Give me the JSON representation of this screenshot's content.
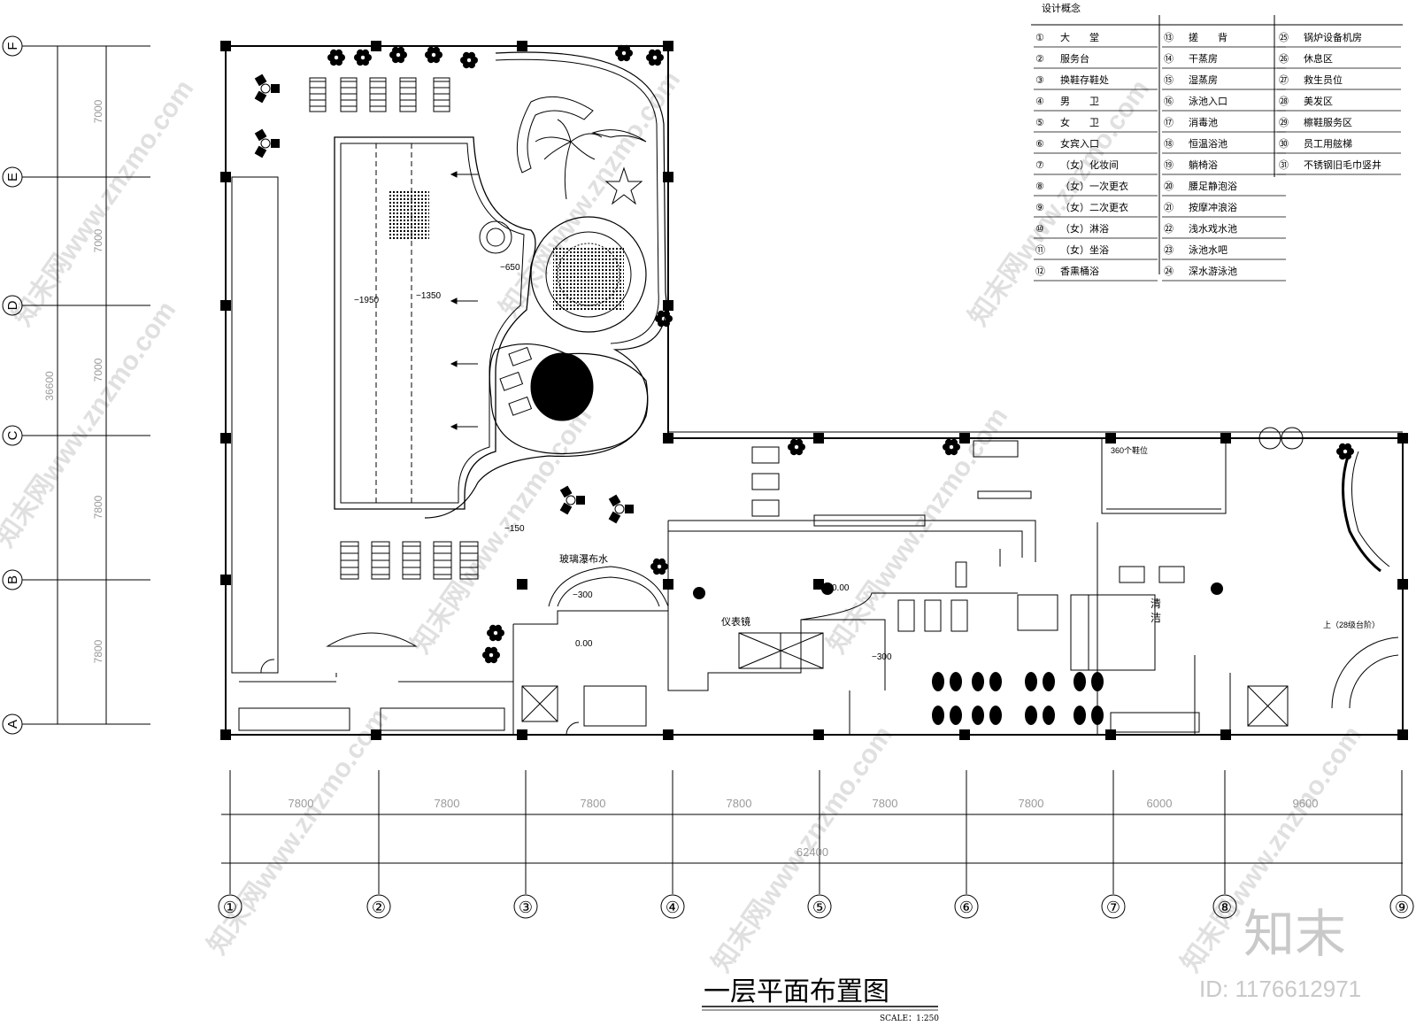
{
  "drawing": {
    "title": "一层平面布置图",
    "scale": "SCALE：1:250",
    "watermark_text": "知末网www.znzmo.com",
    "brand": "知末",
    "id_label": "ID: 1176612971"
  },
  "legend": {
    "heading": "设计概念",
    "columns": [
      [
        {
          "num": "①",
          "label": "大　　堂"
        },
        {
          "num": "②",
          "label": "服务台"
        },
        {
          "num": "③",
          "label": "换鞋存鞋处"
        },
        {
          "num": "④",
          "label": "男　　卫"
        },
        {
          "num": "⑤",
          "label": "女　　卫"
        },
        {
          "num": "⑥",
          "label": "女宾入口"
        },
        {
          "num": "⑦",
          "label": "（女）化妆间"
        },
        {
          "num": "⑧",
          "label": "（女）一次更衣"
        },
        {
          "num": "⑨",
          "label": "（女）二次更衣"
        },
        {
          "num": "⑩",
          "label": "（女）淋浴"
        },
        {
          "num": "⑪",
          "label": "（女）坐浴"
        },
        {
          "num": "⑫",
          "label": "香熏桶浴"
        }
      ],
      [
        {
          "num": "⑬",
          "label": "搓　　背"
        },
        {
          "num": "⑭",
          "label": "干蒸房"
        },
        {
          "num": "⑮",
          "label": "湿蒸房"
        },
        {
          "num": "⑯",
          "label": "泳池入口"
        },
        {
          "num": "⑰",
          "label": "消毒池"
        },
        {
          "num": "⑱",
          "label": "恒温浴池"
        },
        {
          "num": "⑲",
          "label": "躺椅浴"
        },
        {
          "num": "⑳",
          "label": "腰足静泡浴"
        },
        {
          "num": "㉑",
          "label": "按摩冲浪浴"
        },
        {
          "num": "㉒",
          "label": "浅水戏水池"
        },
        {
          "num": "㉓",
          "label": "泳池水吧"
        },
        {
          "num": "㉔",
          "label": "深水游泳池"
        }
      ],
      [
        {
          "num": "㉕",
          "label": "锅炉设备机房"
        },
        {
          "num": "㉖",
          "label": "休息区"
        },
        {
          "num": "㉗",
          "label": "救生员位"
        },
        {
          "num": "㉘",
          "label": "美发区"
        },
        {
          "num": "㉙",
          "label": "檫鞋服务区"
        },
        {
          "num": "㉚",
          "label": "员工用舷梯"
        },
        {
          "num": "㉛",
          "label": "不锈钢旧毛巾竖井"
        }
      ]
    ]
  },
  "grid": {
    "columns": [
      "①",
      "②",
      "③",
      "④",
      "⑤",
      "⑥",
      "⑦",
      "⑧",
      "⑨"
    ],
    "rows": [
      "F",
      "E",
      "D",
      "C",
      "B",
      "A"
    ],
    "col_spacings": [
      "7800",
      "7800",
      "7800",
      "7800",
      "7800",
      "7800",
      "6000",
      "9600"
    ],
    "total_width": "62400",
    "row_spacings": [
      "7000",
      "7000",
      "7000",
      "7800",
      "7800"
    ],
    "total_height": "36600"
  },
  "annotations": {
    "elev_650": "−650",
    "elev_1950": "−1950",
    "elev_1350": "−1350",
    "elev_150": "−150",
    "elev_300a": "−300",
    "elev_300b": "−300",
    "elev_000a": "0.00",
    "elev_000b": "0.00",
    "glass_waterfall": "玻璃瀑布水",
    "mirror": "仪表镜",
    "shoe_count": "360个鞋位",
    "clean_1": "清",
    "clean_2": "洁",
    "stairs": "上（28级台阶）"
  }
}
